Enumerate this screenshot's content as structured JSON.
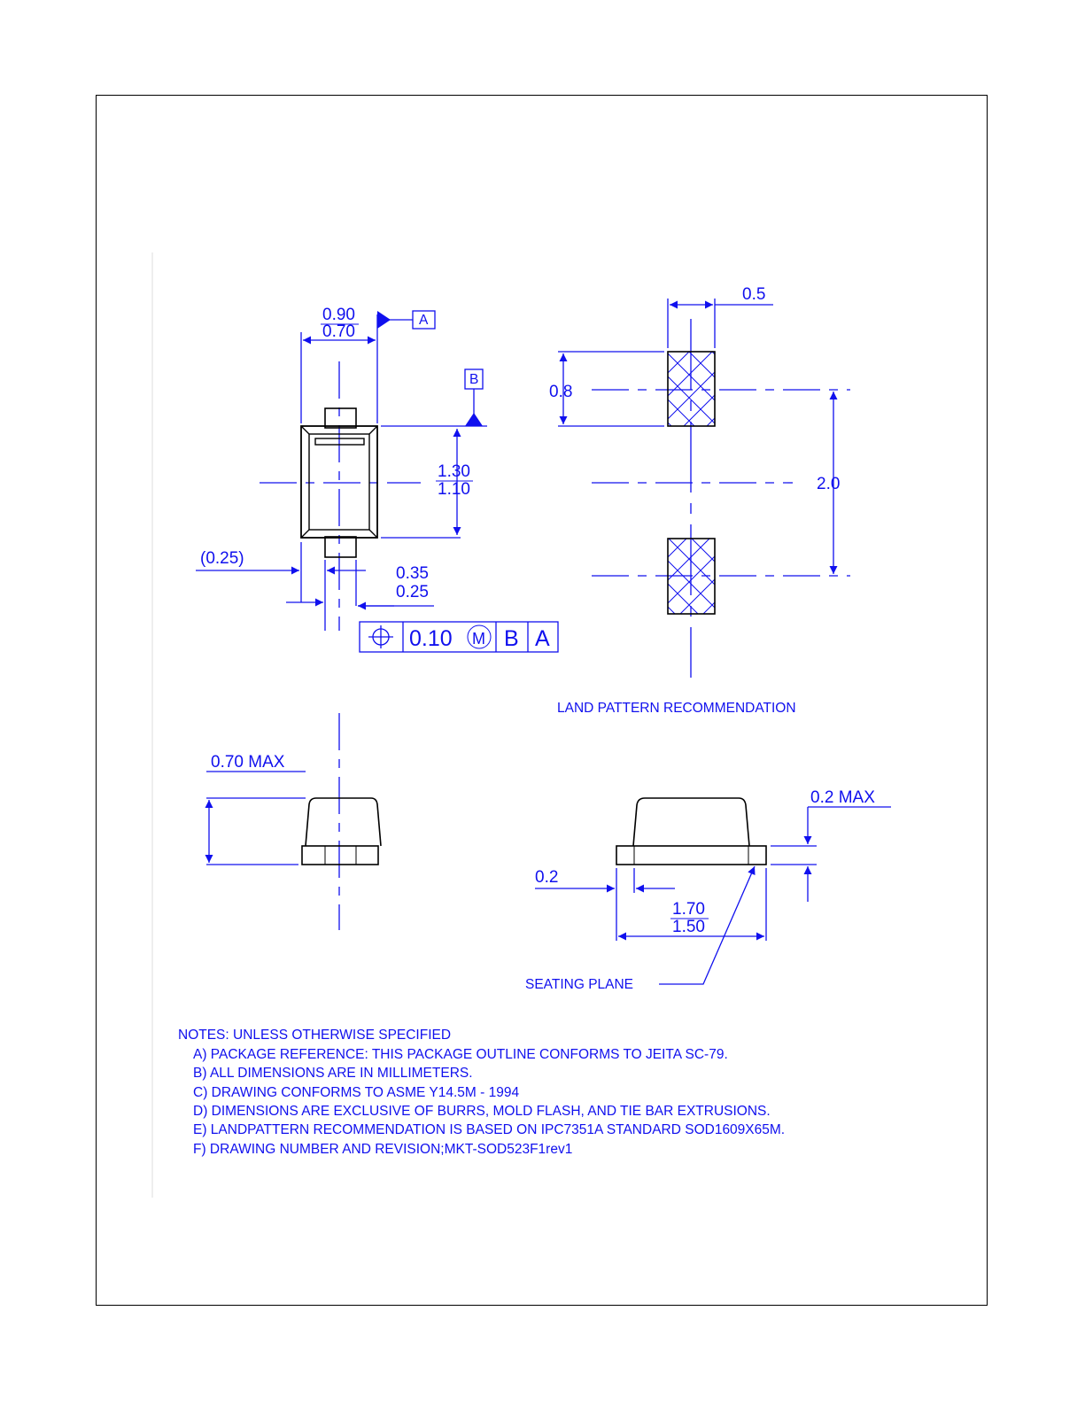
{
  "datums": {
    "a": "A",
    "b": "B"
  },
  "top_view": {
    "width_max": "0.90",
    "width_min": "0.70",
    "length_max": "1.30",
    "length_min": "1.10",
    "lead_offset": "(0.25)",
    "lead_width_max": "0.35",
    "lead_width_min": "0.25"
  },
  "tolerance_frame": {
    "value": "0.10",
    "modifier": "M",
    "datum_1": "B",
    "datum_2": "A"
  },
  "land_pattern": {
    "pad_width": "0.5",
    "pad_length": "0.8",
    "pitch": "2.0",
    "title": "LAND PATTERN RECOMMENDATION"
  },
  "side_view": {
    "height_max": "0.70 MAX"
  },
  "front_view": {
    "standoff_max": "0.2 MAX",
    "lead_length": "0.2",
    "body_max": "1.70",
    "body_min": "1.50",
    "seating_plane": "SEATING PLANE"
  },
  "notes": {
    "heading": "NOTES: UNLESS OTHERWISE SPECIFIED",
    "items": [
      "A)  PACKAGE REFERENCE: THIS PACKAGE OUTLINE CONFORMS TO JEITA SC-79.",
      "B)  ALL DIMENSIONS ARE IN MILLIMETERS.",
      "C)  DRAWING CONFORMS TO ASME Y14.5M - 1994",
      "D)  DIMENSIONS ARE EXCLUSIVE OF BURRS, MOLD FLASH, AND TIE BAR EXTRUSIONS.",
      "E)  LANDPATTERN RECOMMENDATION IS BASED ON IPC7351A STANDARD SOD1609X65M.",
      "F)  DRAWING NUMBER AND REVISION;MKT-SOD523F1rev1"
    ]
  },
  "colors": {
    "dimension": "#1010ee",
    "outline": "#000000"
  }
}
